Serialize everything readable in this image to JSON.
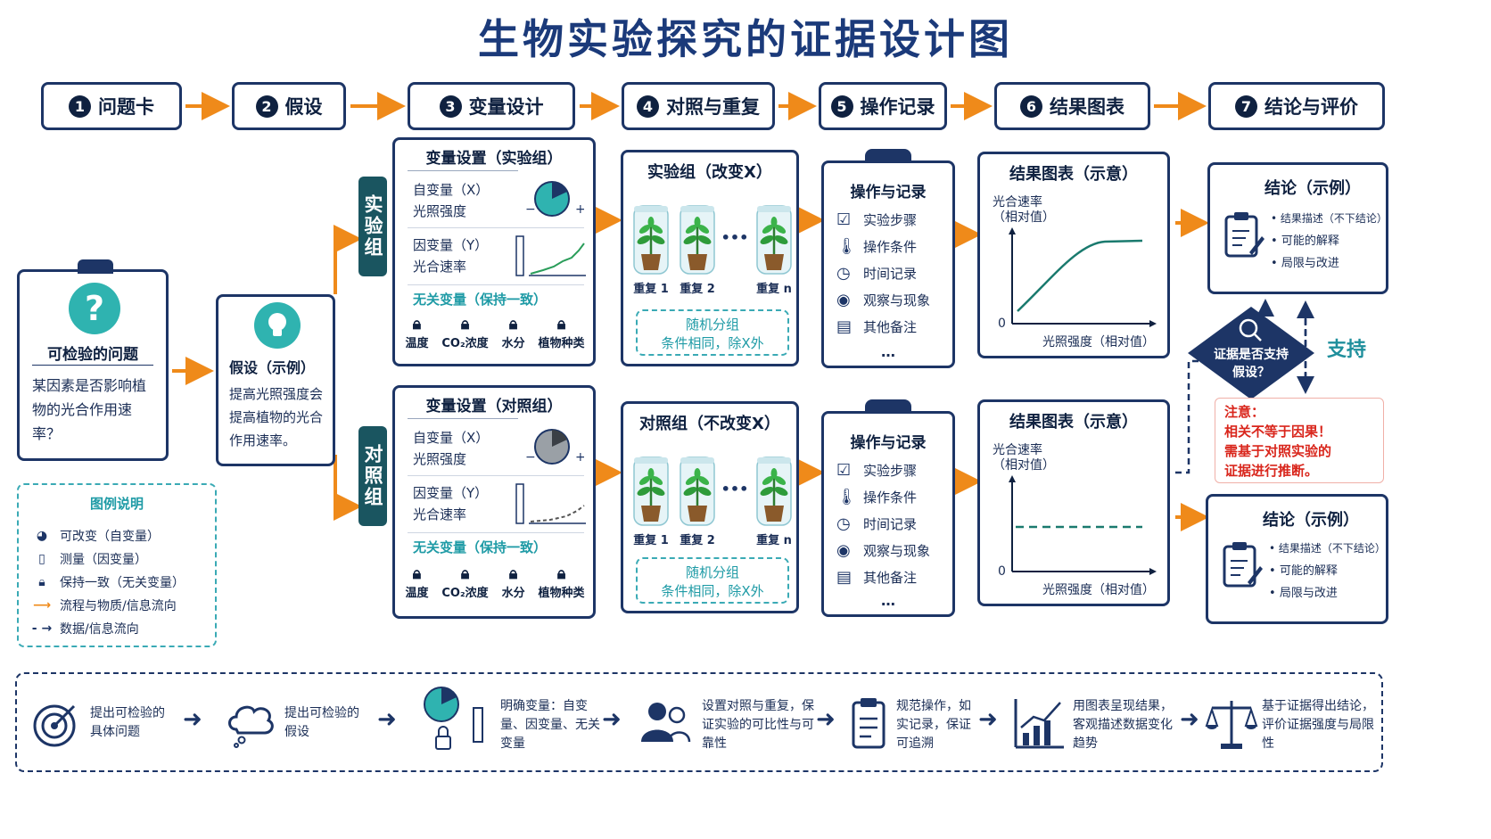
{
  "title": "生物实验探究的证据设计图",
  "steps": [
    {
      "num": "1",
      "label": "问题卡"
    },
    {
      "num": "2",
      "label": "假设"
    },
    {
      "num": "3",
      "label": "变量设计"
    },
    {
      "num": "4",
      "label": "对照与重复"
    },
    {
      "num": "5",
      "label": "操作记录"
    },
    {
      "num": "6",
      "label": "结果图表"
    },
    {
      "num": "7",
      "label": "结论与评价"
    }
  ],
  "question_card": {
    "icon": "?",
    "title": "可检验的问题",
    "body": "某因素是否影响植物的光合作用速率？"
  },
  "hypothesis_card": {
    "title": "假设（示例）",
    "body": "提高光照强度会提高植物的光合作用速率。"
  },
  "legend": {
    "title": "图例说明",
    "items": [
      "可改变（自变量）",
      "测量（因变量）",
      "保持一致（无关变量）",
      "流程与物质/信息流向",
      "数据/信息流向"
    ]
  },
  "group_tags": {
    "experimental": "实验组",
    "control": "对照组"
  },
  "variables_exp": {
    "title": "变量设置（实验组）",
    "iv_label": "自变量（X）",
    "iv_value": "光照强度",
    "dv_label": "因变量（Y）",
    "dv_value": "光合速率",
    "controlled_title": "无关变量（保持一致）",
    "controlled": [
      "温度",
      "CO₂浓度",
      "水分",
      "植物种类"
    ],
    "minus": "−",
    "plus": "+"
  },
  "variables_ctrl": {
    "title": "变量设置（对照组）",
    "iv_label": "自变量（X）",
    "iv_value": "光照强度",
    "dv_label": "因变量（Y）",
    "dv_value": "光合速率",
    "controlled_title": "无关变量（保持一致）",
    "controlled": [
      "温度",
      "CO₂浓度",
      "水分",
      "植物种类"
    ],
    "minus": "−",
    "plus": "+"
  },
  "group_exp": {
    "title": "实验组（改变X）",
    "reps": [
      "重复 1",
      "重复 2",
      "重复 n"
    ],
    "ellipsis": "•••",
    "random_line1": "随机分组",
    "random_line2": "条件相同，除X外"
  },
  "group_ctrl": {
    "title": "对照组（不改变X）",
    "reps": [
      "重复 1",
      "重复 2",
      "重复 n"
    ],
    "ellipsis": "•••",
    "random_line1": "随机分组",
    "random_line2": "条件相同，除X外"
  },
  "record": {
    "title": "操作与记录",
    "items": [
      "实验步骤",
      "操作条件",
      "时间记录",
      "观察与现象",
      "其他备注"
    ],
    "more": "…"
  },
  "result_chart_exp": {
    "title": "结果图表（示意）",
    "ylabel_line1": "光合速率",
    "ylabel_line2": "（相对值）",
    "xlabel": "光照强度（相对值）",
    "origin": "0"
  },
  "result_chart_ctrl": {
    "title": "结果图表（示意）",
    "ylabel_line1": "光合速率",
    "ylabel_line2": "（相对值）",
    "xlabel": "光照强度（相对值）",
    "origin": "0"
  },
  "conclusion": {
    "title": "结论（示例）",
    "items": [
      "结果描述（不下结论）",
      "可能的解释",
      "局限与改进"
    ]
  },
  "decision": {
    "text_line1": "证据是否支持",
    "text_line2": "假设？",
    "support": "支持"
  },
  "caution": {
    "line1": "注意：",
    "line2": "相关不等于因果！",
    "line3": "需基于对照实验的",
    "line4": "证据进行推断。"
  },
  "bottom_flow": [
    {
      "text": "提出可检验的具体问题"
    },
    {
      "text": "提出可检验的假设"
    },
    {
      "text": "明确变量：自变量、因变量、无关变量"
    },
    {
      "text": "设置对照与重复，保证实验的可比性与可靠性"
    },
    {
      "text": "规范操作，如实记录，保证可追溯"
    },
    {
      "text": "用图表呈现结果，客观描述数据变化趋势"
    },
    {
      "text": "基于证据得出结论，评价证据强度与局限性"
    }
  ],
  "colors": {
    "navy": "#1d3566",
    "teal": "#2fb3b0",
    "orange": "#ef8a1a",
    "red": "#d9261c",
    "dark_teal": "#1a5560"
  }
}
